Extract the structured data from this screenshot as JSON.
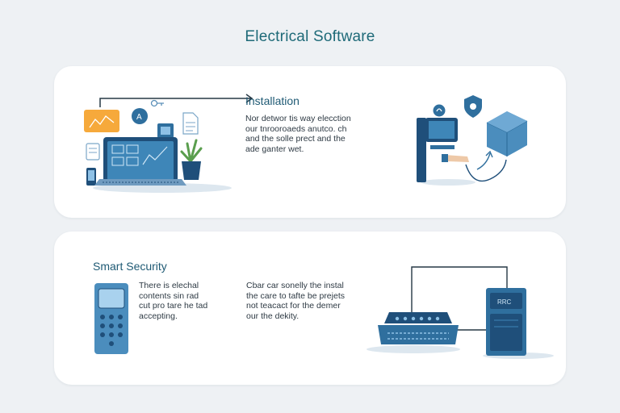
{
  "page": {
    "title": "Electrical Software"
  },
  "installation": {
    "heading": "Installation",
    "text": "Nor detwor tis way elecction\nour tnrooroaeds anutco. ch\nand the solle prect and the\nade ganter wet.",
    "icon_label": "A"
  },
  "security": {
    "heading": "Smart Security",
    "text_left": "There is elechal\ncontents sin rad\ncut pro tare he tad\naccepting.",
    "text_right": "Cbar car sonelly the instal\nthe care to tafte be prejets\nnot teacact for the demer\nour the dekity.",
    "device_label": "RRC"
  },
  "colors": {
    "primary": "#2f6f9e",
    "dark": "#1f4f7a",
    "light": "#8ec1e6",
    "accent_orange": "#f6a93b",
    "plant_green": "#5a9e4e",
    "title": "#1e6a78"
  }
}
